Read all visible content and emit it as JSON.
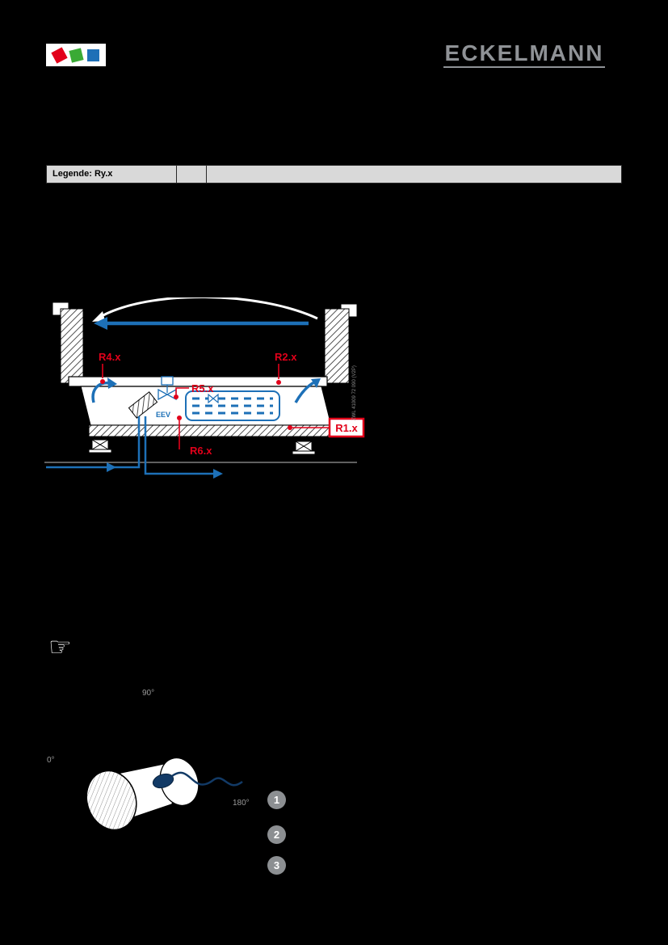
{
  "colors": {
    "red": "#e2001a",
    "green": "#3aaa35",
    "blue": "#1d70b7",
    "blue2": "#1d70b7",
    "navy": "#123a66",
    "badge_gray": "#8c8f92",
    "table_bg": "#d9d9d9",
    "brand_gray": "#8f9296"
  },
  "header": {
    "brand": "ECKELMANN"
  },
  "legend": {
    "title": "Legende: Ry.x"
  },
  "freezer_diagram": {
    "r4": "R4.x",
    "r2": "R2.x",
    "r5": "R5.x",
    "r6": "R6.x",
    "r1": "R1.x",
    "eev": "EEV",
    "side_note": "ZWL 41009 72 090 (V2P)"
  },
  "sensor_diagram": {
    "angle_90": "90°",
    "angle_0": "0°",
    "angle_180": "180°",
    "steps": [
      "1",
      "2",
      "3"
    ]
  },
  "hand_icon": "☞"
}
